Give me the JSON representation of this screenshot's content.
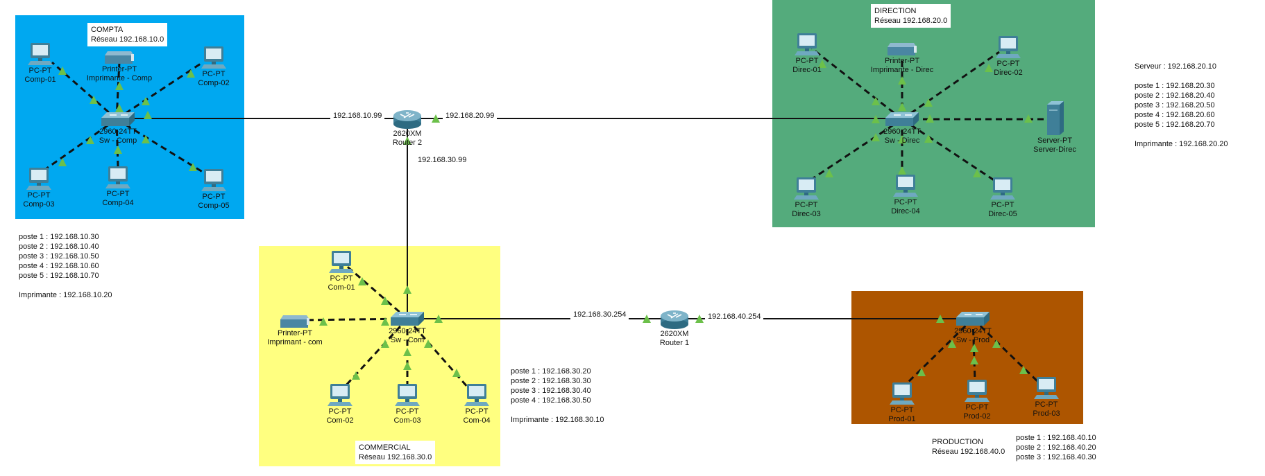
{
  "zones": {
    "compta": {
      "name": "COMPTA",
      "network": "Réseau 192.168.10.0",
      "color": "#00a8f0"
    },
    "direction": {
      "name": "DIRECTION",
      "network": "Réseau 192.168.20.0",
      "color": "#54ab7c"
    },
    "commercial": {
      "name": "COMMERCIAL",
      "network": "Réseau 192.168.30.0",
      "color": "#ffff80"
    },
    "production": {
      "name": "PRODUCTION",
      "network": "Réseau 192.168.40.0",
      "color": "#ad5500"
    }
  },
  "devices": {
    "router2": {
      "type": "2620XM",
      "name": "Router 2"
    },
    "router1": {
      "type": "2620XM",
      "name": "Router 1"
    },
    "sw_comp": {
      "type": "2960-24TT",
      "name": "Sw - Comp"
    },
    "sw_direc": {
      "type": "2960-24TT",
      "name": "Sw - Direc"
    },
    "sw_com": {
      "type": "2960-24TT",
      "name": "Sw - Com"
    },
    "sw_prod": {
      "type": "2960-24TT",
      "name": "Sw - Prod"
    },
    "printer_comp": {
      "type": "Printer-PT",
      "name": "Imprimante - Comp"
    },
    "printer_direc": {
      "type": "Printer-PT",
      "name": "Imprimante - Direc"
    },
    "printer_com": {
      "type": "Printer-PT",
      "name": "Imprimant - com"
    },
    "server_direc": {
      "type": "Server-PT",
      "name": "Server-Direc"
    },
    "comp01": {
      "type": "PC-PT",
      "name": "Comp-01"
    },
    "comp02": {
      "type": "PC-PT",
      "name": "Comp-02"
    },
    "comp03": {
      "type": "PC-PT",
      "name": "Comp-03"
    },
    "comp04": {
      "type": "PC-PT",
      "name": "Comp-04"
    },
    "comp05": {
      "type": "PC-PT",
      "name": "Comp-05"
    },
    "direc01": {
      "type": "PC-PT",
      "name": "Direc-01"
    },
    "direc02": {
      "type": "PC-PT",
      "name": "Direc-02"
    },
    "direc03": {
      "type": "PC-PT",
      "name": "Direc-03"
    },
    "direc04": {
      "type": "PC-PT",
      "name": "Direc-04"
    },
    "direc05": {
      "type": "PC-PT",
      "name": "Direc-05"
    },
    "com01": {
      "type": "PC-PT",
      "name": "Com-01"
    },
    "com02": {
      "type": "PC-PT",
      "name": "Com-02"
    },
    "com03": {
      "type": "PC-PT",
      "name": "Com-03"
    },
    "com04": {
      "type": "PC-PT",
      "name": "Com-04"
    },
    "prod01": {
      "type": "PC-PT",
      "name": "Prod-01"
    },
    "prod02": {
      "type": "PC-PT",
      "name": "Prod-02"
    },
    "prod03": {
      "type": "PC-PT",
      "name": "Prod-03"
    }
  },
  "interface_ips": {
    "r2_compta": "192.168.10.99",
    "r2_direction": "192.168.20.99",
    "r2_commercial": "192.168.30.99",
    "r1_commercial": "192.168.30.254",
    "r1_production": "192.168.40.254"
  },
  "notes": {
    "compta": "poste 1 : 192.168.10.30\nposte 2 : 192.168.10.40\nposte 3 : 192.168.10.50\nposte 4 : 192.168.10.60\nposte 5 : 192.168.10.70\n\nImprimante : 192.168.10.20",
    "direction": "Serveur : 192.168.20.10\n\nposte 1 : 192.168.20.30\nposte 2 : 192.168.20.40\nposte 3 : 192.168.20.50\nposte 4 : 192.168.20.60\nposte 5 : 192.168.20.70\n\nImprimante : 192.168.20.20",
    "commercial": "poste 1 : 192.168.30.20\nposte 2 : 192.168.30.30\nposte 3 : 192.168.30.40\nposte 4 : 192.168.30.50\n\nImprimante : 192.168.30.10",
    "production": "poste 1 : 192.168.40.10\nposte 2 : 192.168.40.20\nposte 3 : 192.168.40.30"
  },
  "colors": {
    "link": "#111111",
    "port_up": "#6cc04a"
  }
}
